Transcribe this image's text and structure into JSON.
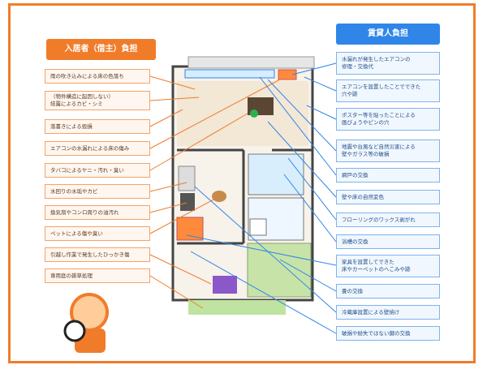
{
  "left_panel": {
    "title": "入居者（借主）負担",
    "items": [
      "雨の吹き込みによる床の色落ち",
      "（物件構造に起因しない）\n結露によるカビ・シミ",
      "落書きによる毀損",
      "エアコンの水漏れによる床の傷み",
      "タバコによるヤニ・汚れ・臭い",
      "水回りの水垢やカビ",
      "換気扇やコンロ周りの油汚れ",
      "ペットによる傷や臭い",
      "引越し作業で発生したひっかき傷",
      "専用庭の雑草処理"
    ]
  },
  "right_panel": {
    "title": "賃貸人負担",
    "items": [
      "水漏れが発生したエアコンの\n修理・交換代",
      "エアコンを設置したことでできた\n穴や跡",
      "ポスター等を貼ったことによる\n画びょうやピンの穴",
      "地震や台風など自然災害による\n壁やガラス等の破損",
      "網戸の交換",
      "壁や床の自然変色",
      "フローリングのワックス剥がれ",
      "浴槽の交換",
      "家具を設置してできた\n床やカーペットのへこみや跡",
      "畳の交換",
      "冷蔵庫設置による壁焼け",
      "破損や紛失ではない鍵の交換"
    ]
  },
  "colors": {
    "tenant": "#f07c2a",
    "landlord": "#2f86e8"
  }
}
